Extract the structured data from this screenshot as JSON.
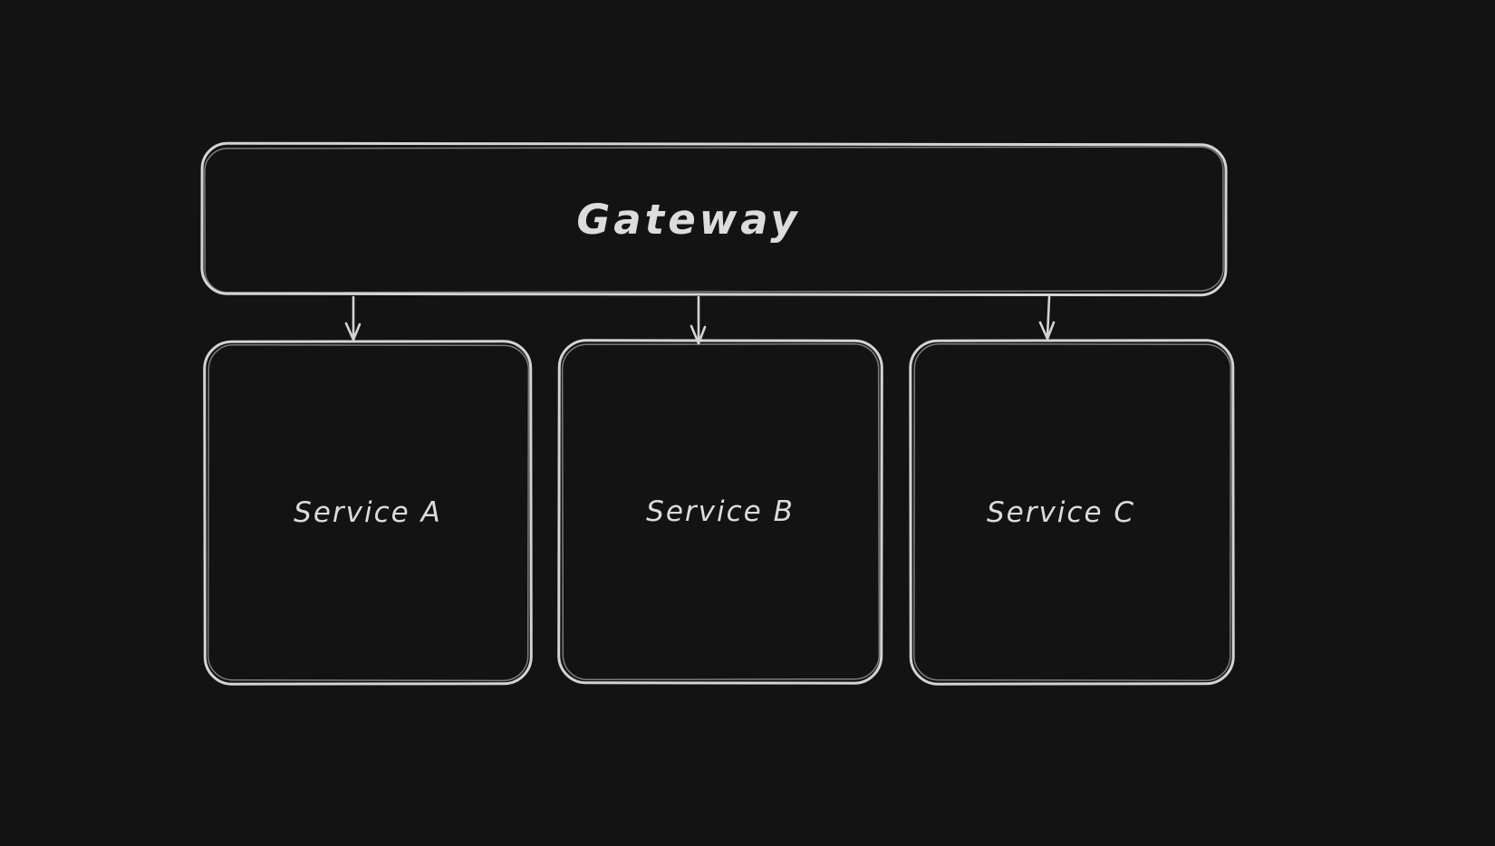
{
  "canvas": {
    "background_color": "#131313",
    "stroke_color": "#d4d4d8",
    "text_color": "#dcdcdd",
    "style": "hand-drawn whiteboard diagram, dark theme"
  },
  "nodes": {
    "gateway": {
      "label": "Gateway"
    },
    "service_a": {
      "label": "Service A"
    },
    "service_b": {
      "label": "Service B"
    },
    "service_c": {
      "label": "Service C"
    }
  },
  "edges": [
    {
      "from": "gateway",
      "to": "service_a",
      "type": "arrow"
    },
    {
      "from": "gateway",
      "to": "service_b",
      "type": "arrow"
    },
    {
      "from": "gateway",
      "to": "service_c",
      "type": "arrow"
    }
  ]
}
